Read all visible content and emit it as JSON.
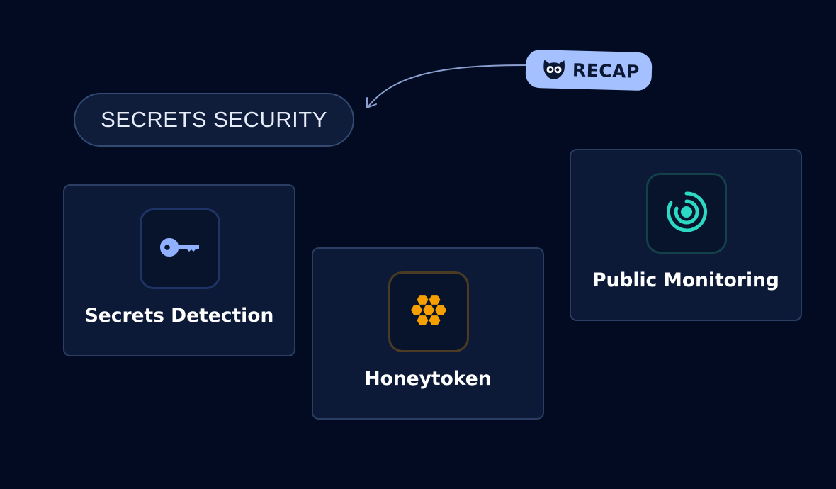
{
  "header": {
    "category_label": "SECRETS SECURITY"
  },
  "badge": {
    "label": "RECAP",
    "icon": "owl-mask-icon",
    "color": "#a4c0ff"
  },
  "products": [
    {
      "label": "Secrets Detection",
      "icon": "key-icon",
      "accent": "#8fb1ff"
    },
    {
      "label": "Honeytoken",
      "icon": "honeycomb-icon",
      "accent": "#f5a000"
    },
    {
      "label": "Public Monitoring",
      "icon": "radar-icon",
      "accent": "#2bd9c4"
    }
  ],
  "colors": {
    "background": "#020b21",
    "card": "#0c1a37",
    "card_border": "#2b3d63"
  }
}
